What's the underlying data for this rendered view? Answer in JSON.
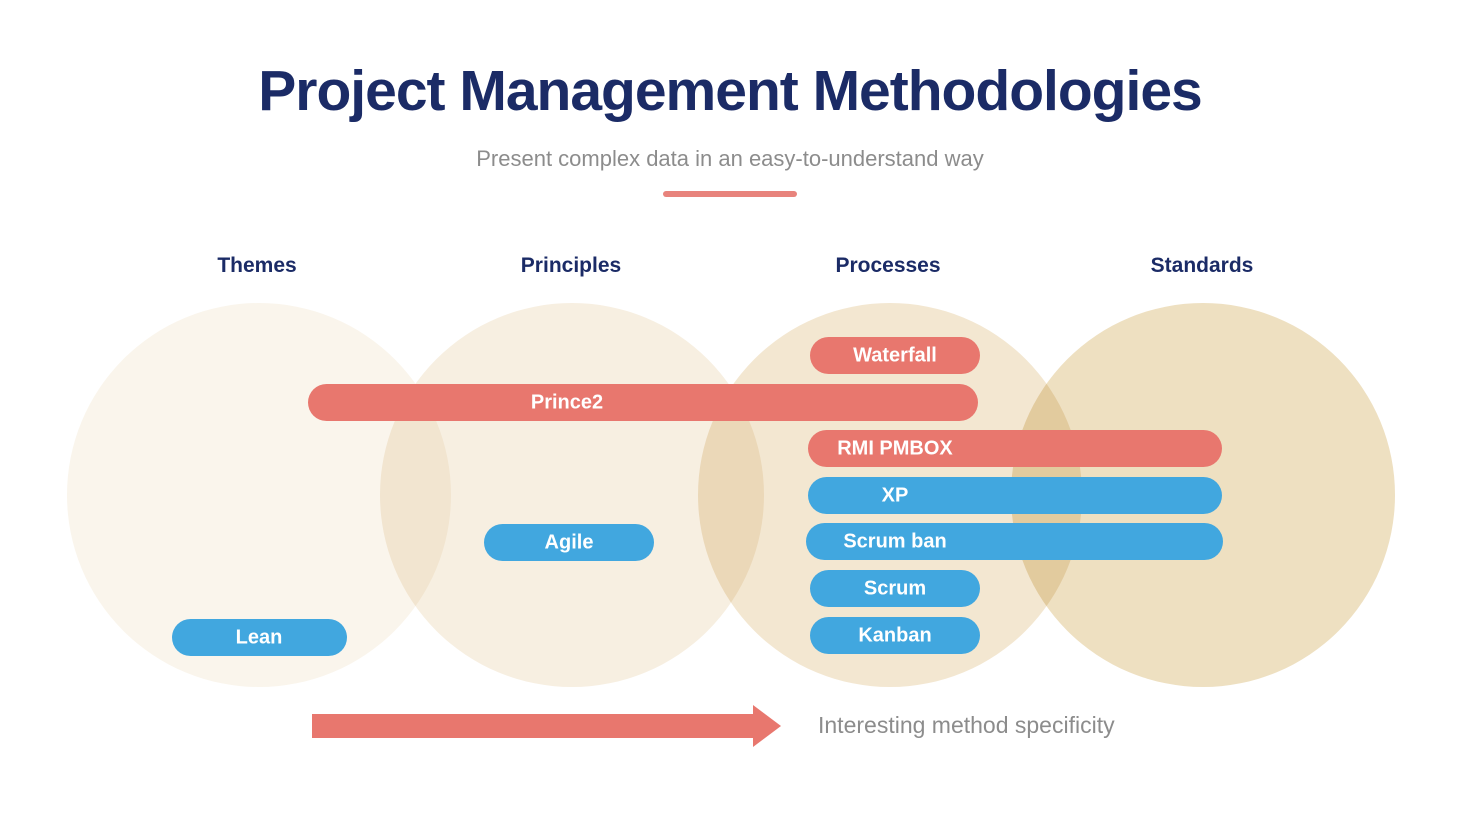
{
  "page": {
    "title": "Project Management Methodologies",
    "subtitle": "Present complex data in an easy-to-understand way"
  },
  "columns": [
    {
      "label": "Themes"
    },
    {
      "label": "Principles"
    },
    {
      "label": "Processes"
    },
    {
      "label": "Standards"
    }
  ],
  "pills": [
    {
      "id": "waterfall",
      "label": "Waterfall",
      "color": "#E8776E",
      "spans": [
        "Processes"
      ]
    },
    {
      "id": "prince2",
      "label": "Prince2",
      "color": "#E8776E",
      "spans": [
        "Themes",
        "Principles",
        "Processes"
      ]
    },
    {
      "id": "rmi-pmbox",
      "label": "RMI PMBOX",
      "color": "#E8776E",
      "spans": [
        "Processes",
        "Standards"
      ]
    },
    {
      "id": "xp",
      "label": "XP",
      "color": "#41A7DF",
      "spans": [
        "Processes",
        "Standards"
      ]
    },
    {
      "id": "scrum-ban",
      "label": "Scrum ban",
      "color": "#41A7DF",
      "spans": [
        "Processes",
        "Standards"
      ]
    },
    {
      "id": "scrum",
      "label": "Scrum",
      "color": "#41A7DF",
      "spans": [
        "Processes"
      ]
    },
    {
      "id": "kanban",
      "label": "Kanban",
      "color": "#41A7DF",
      "spans": [
        "Processes"
      ]
    },
    {
      "id": "agile",
      "label": "Agile",
      "color": "#41A7DF",
      "spans": [
        "Principles"
      ]
    },
    {
      "id": "lean",
      "label": "Lean",
      "color": "#41A7DF",
      "spans": [
        "Themes"
      ]
    }
  ],
  "footer": {
    "arrow_caption": "Interesting method specificity"
  },
  "colors": {
    "title_navy": "#1B2B66",
    "subtitle_gray": "#8C8C8C",
    "accent_red": "#E8776E",
    "accent_red_underline": "#E8837C",
    "accent_blue": "#41A7DF",
    "circle_themes": "#FAF5EC",
    "circle_principles": "#F7EFE1",
    "circle_processes": "#F3E7D1",
    "circle_standards": "#EEE0C1"
  }
}
